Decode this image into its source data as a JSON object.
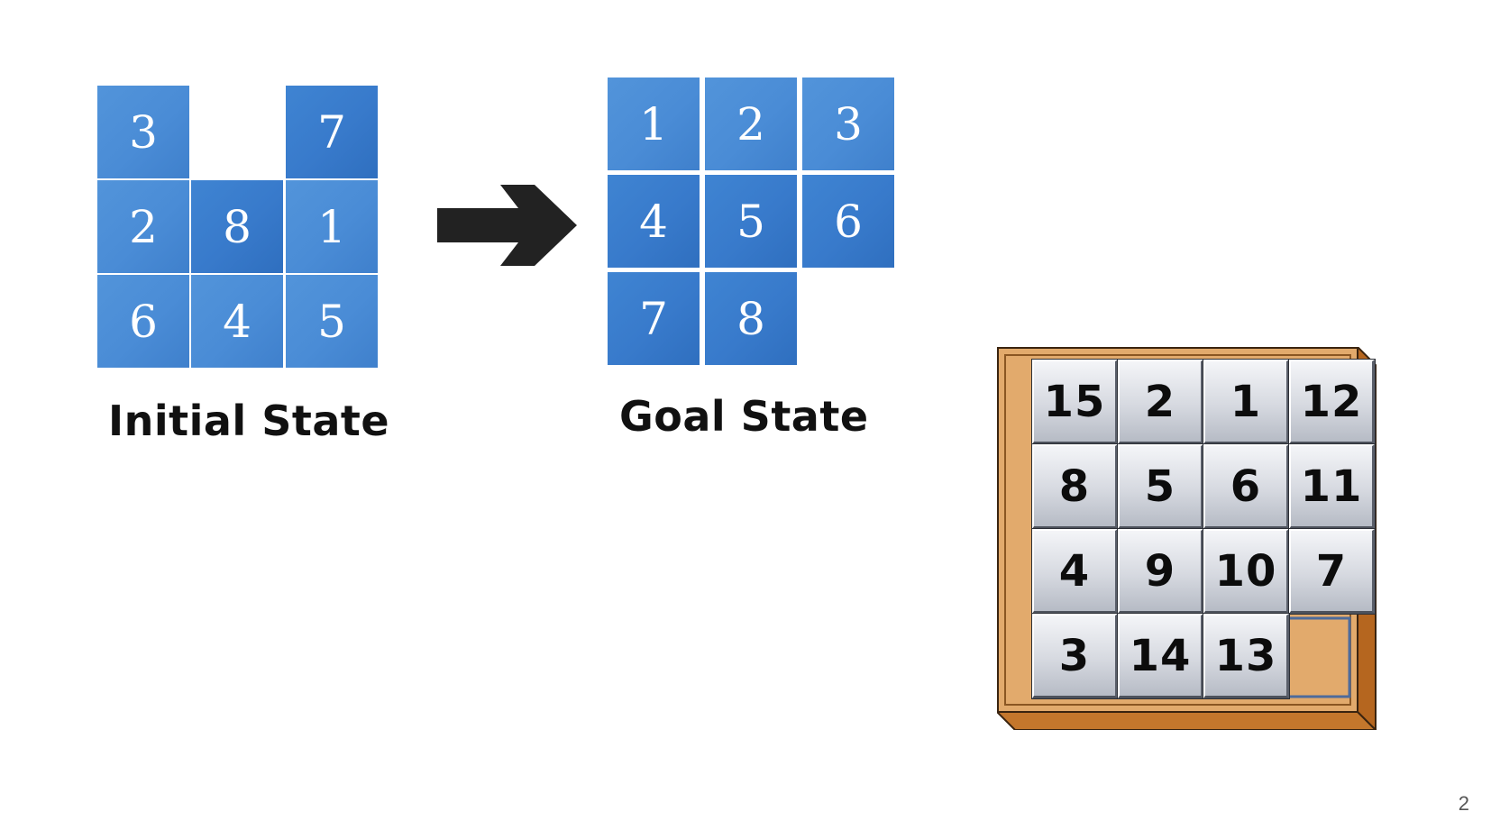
{
  "initial_state": {
    "caption": "Initial State",
    "tiles": [
      {
        "label": "3"
      },
      {
        "label": ""
      },
      {
        "label": "7"
      },
      {
        "label": "2"
      },
      {
        "label": "8"
      },
      {
        "label": "1"
      },
      {
        "label": "6"
      },
      {
        "label": "4"
      },
      {
        "label": "5"
      }
    ]
  },
  "goal_state": {
    "caption": "Goal State",
    "tiles": [
      {
        "label": "1"
      },
      {
        "label": "2"
      },
      {
        "label": "3"
      },
      {
        "label": "4"
      },
      {
        "label": "5"
      },
      {
        "label": "6"
      },
      {
        "label": "7"
      },
      {
        "label": "8"
      },
      {
        "label": ""
      }
    ]
  },
  "fifteen_puzzle": {
    "tiles": [
      "15",
      "2",
      "1",
      "12",
      "8",
      "5",
      "6",
      "11",
      "4",
      "9",
      "10",
      "7",
      "3",
      "14",
      "13",
      ""
    ]
  },
  "colors": {
    "tile_blue": "#4a8cd6",
    "tile_blue_dark": "#387acb",
    "arrow": "#222222",
    "frame_wood": "#e2aa6c",
    "puzzle_tile": "#d6d9e0"
  },
  "page_number": "2"
}
